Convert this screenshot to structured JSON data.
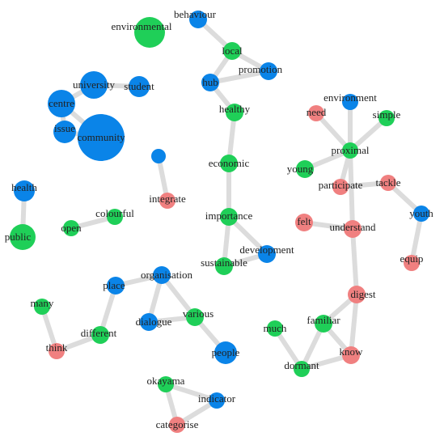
{
  "colors": {
    "blue": "#0a84e8",
    "green": "#1fcf58",
    "red": "#f08080",
    "edge": "#dcdcdc"
  },
  "nodes": [
    {
      "id": "environmental",
      "label": "environmental",
      "group": "green"
    },
    {
      "id": "behaviour",
      "label": "behaviour",
      "group": "blue"
    },
    {
      "id": "local",
      "label": "local",
      "group": "green"
    },
    {
      "id": "promotion",
      "label": "promotion",
      "group": "blue"
    },
    {
      "id": "hub",
      "label": "hub",
      "group": "blue"
    },
    {
      "id": "healthy",
      "label": "healthy",
      "group": "green"
    },
    {
      "id": "economic",
      "label": "economic",
      "group": "green"
    },
    {
      "id": "importance",
      "label": "importance",
      "group": "green"
    },
    {
      "id": "development",
      "label": "development",
      "group": "blue"
    },
    {
      "id": "sustainable",
      "label": "sustainable",
      "group": "green"
    },
    {
      "id": "university",
      "label": "university",
      "group": "blue"
    },
    {
      "id": "student",
      "label": "student",
      "group": "blue"
    },
    {
      "id": "centre",
      "label": "centre",
      "group": "blue"
    },
    {
      "id": "issue",
      "label": "issue",
      "group": "blue"
    },
    {
      "id": "community",
      "label": "community",
      "group": "blue"
    },
    {
      "id": "unlabeled",
      "label": "",
      "group": "blue"
    },
    {
      "id": "integrate",
      "label": "integrate",
      "group": "red"
    },
    {
      "id": "health",
      "label": "health",
      "group": "blue"
    },
    {
      "id": "public",
      "label": "public",
      "group": "green"
    },
    {
      "id": "open",
      "label": "open",
      "group": "green"
    },
    {
      "id": "colourful",
      "label": "colourful",
      "group": "green"
    },
    {
      "id": "environment",
      "label": "environment",
      "group": "blue"
    },
    {
      "id": "need",
      "label": "need",
      "group": "red"
    },
    {
      "id": "simple",
      "label": "simple",
      "group": "green"
    },
    {
      "id": "proximal",
      "label": "proximal",
      "group": "green"
    },
    {
      "id": "young",
      "label": "young",
      "group": "green"
    },
    {
      "id": "participate",
      "label": "participate",
      "group": "red"
    },
    {
      "id": "tackle",
      "label": "tackle",
      "group": "red"
    },
    {
      "id": "youth",
      "label": "youth",
      "group": "blue"
    },
    {
      "id": "felt",
      "label": "felt",
      "group": "red"
    },
    {
      "id": "understand",
      "label": "understand",
      "group": "red"
    },
    {
      "id": "equip",
      "label": "equip",
      "group": "red"
    },
    {
      "id": "digest",
      "label": "digest",
      "group": "red"
    },
    {
      "id": "familiar",
      "label": "familiar",
      "group": "green"
    },
    {
      "id": "much",
      "label": "much",
      "group": "green"
    },
    {
      "id": "know",
      "label": "know",
      "group": "red"
    },
    {
      "id": "dormant",
      "label": "dormant",
      "group": "green"
    },
    {
      "id": "organisation",
      "label": "organisation",
      "group": "blue"
    },
    {
      "id": "place",
      "label": "place",
      "group": "blue"
    },
    {
      "id": "dialogue",
      "label": "dialogue",
      "group": "blue"
    },
    {
      "id": "various",
      "label": "various",
      "group": "green"
    },
    {
      "id": "people",
      "label": "people",
      "group": "blue"
    },
    {
      "id": "many",
      "label": "many",
      "group": "green"
    },
    {
      "id": "different",
      "label": "different",
      "group": "green"
    },
    {
      "id": "think",
      "label": "think",
      "group": "red"
    },
    {
      "id": "okayama",
      "label": "okayama",
      "group": "green"
    },
    {
      "id": "indicator",
      "label": "indicator",
      "group": "blue"
    },
    {
      "id": "categorise",
      "label": "categorise",
      "group": "red"
    }
  ],
  "edges": [
    {
      "source": "behaviour",
      "target": "local"
    },
    {
      "source": "local",
      "target": "promotion"
    },
    {
      "source": "local",
      "target": "hub"
    },
    {
      "source": "hub",
      "target": "promotion"
    },
    {
      "source": "hub",
      "target": "healthy"
    },
    {
      "source": "healthy",
      "target": "economic"
    },
    {
      "source": "economic",
      "target": "importance"
    },
    {
      "source": "importance",
      "target": "sustainable"
    },
    {
      "source": "importance",
      "target": "development"
    },
    {
      "source": "sustainable",
      "target": "development"
    },
    {
      "source": "university",
      "target": "student"
    },
    {
      "source": "university",
      "target": "centre"
    },
    {
      "source": "centre",
      "target": "issue"
    },
    {
      "source": "issue",
      "target": "community"
    },
    {
      "source": "centre",
      "target": "community"
    },
    {
      "source": "unlabeled",
      "target": "integrate"
    },
    {
      "source": "health",
      "target": "public"
    },
    {
      "source": "open",
      "target": "colourful"
    },
    {
      "source": "environment",
      "target": "proximal"
    },
    {
      "source": "need",
      "target": "proximal"
    },
    {
      "source": "simple",
      "target": "proximal"
    },
    {
      "source": "proximal",
      "target": "young"
    },
    {
      "source": "proximal",
      "target": "participate"
    },
    {
      "source": "participate",
      "target": "tackle"
    },
    {
      "source": "tackle",
      "target": "youth"
    },
    {
      "source": "youth",
      "target": "equip"
    },
    {
      "source": "proximal",
      "target": "understand"
    },
    {
      "source": "felt",
      "target": "understand"
    },
    {
      "source": "understand",
      "target": "digest"
    },
    {
      "source": "digest",
      "target": "familiar"
    },
    {
      "source": "digest",
      "target": "know"
    },
    {
      "source": "familiar",
      "target": "know"
    },
    {
      "source": "familiar",
      "target": "dormant"
    },
    {
      "source": "much",
      "target": "dormant"
    },
    {
      "source": "dormant",
      "target": "know"
    },
    {
      "source": "organisation",
      "target": "place"
    },
    {
      "source": "organisation",
      "target": "dialogue"
    },
    {
      "source": "organisation",
      "target": "various"
    },
    {
      "source": "dialogue",
      "target": "various"
    },
    {
      "source": "various",
      "target": "people"
    },
    {
      "source": "place",
      "target": "different"
    },
    {
      "source": "many",
      "target": "think"
    },
    {
      "source": "different",
      "target": "think"
    },
    {
      "source": "okayama",
      "target": "indicator"
    },
    {
      "source": "okayama",
      "target": "categorise"
    },
    {
      "source": "categorise",
      "target": "indicator"
    }
  ]
}
